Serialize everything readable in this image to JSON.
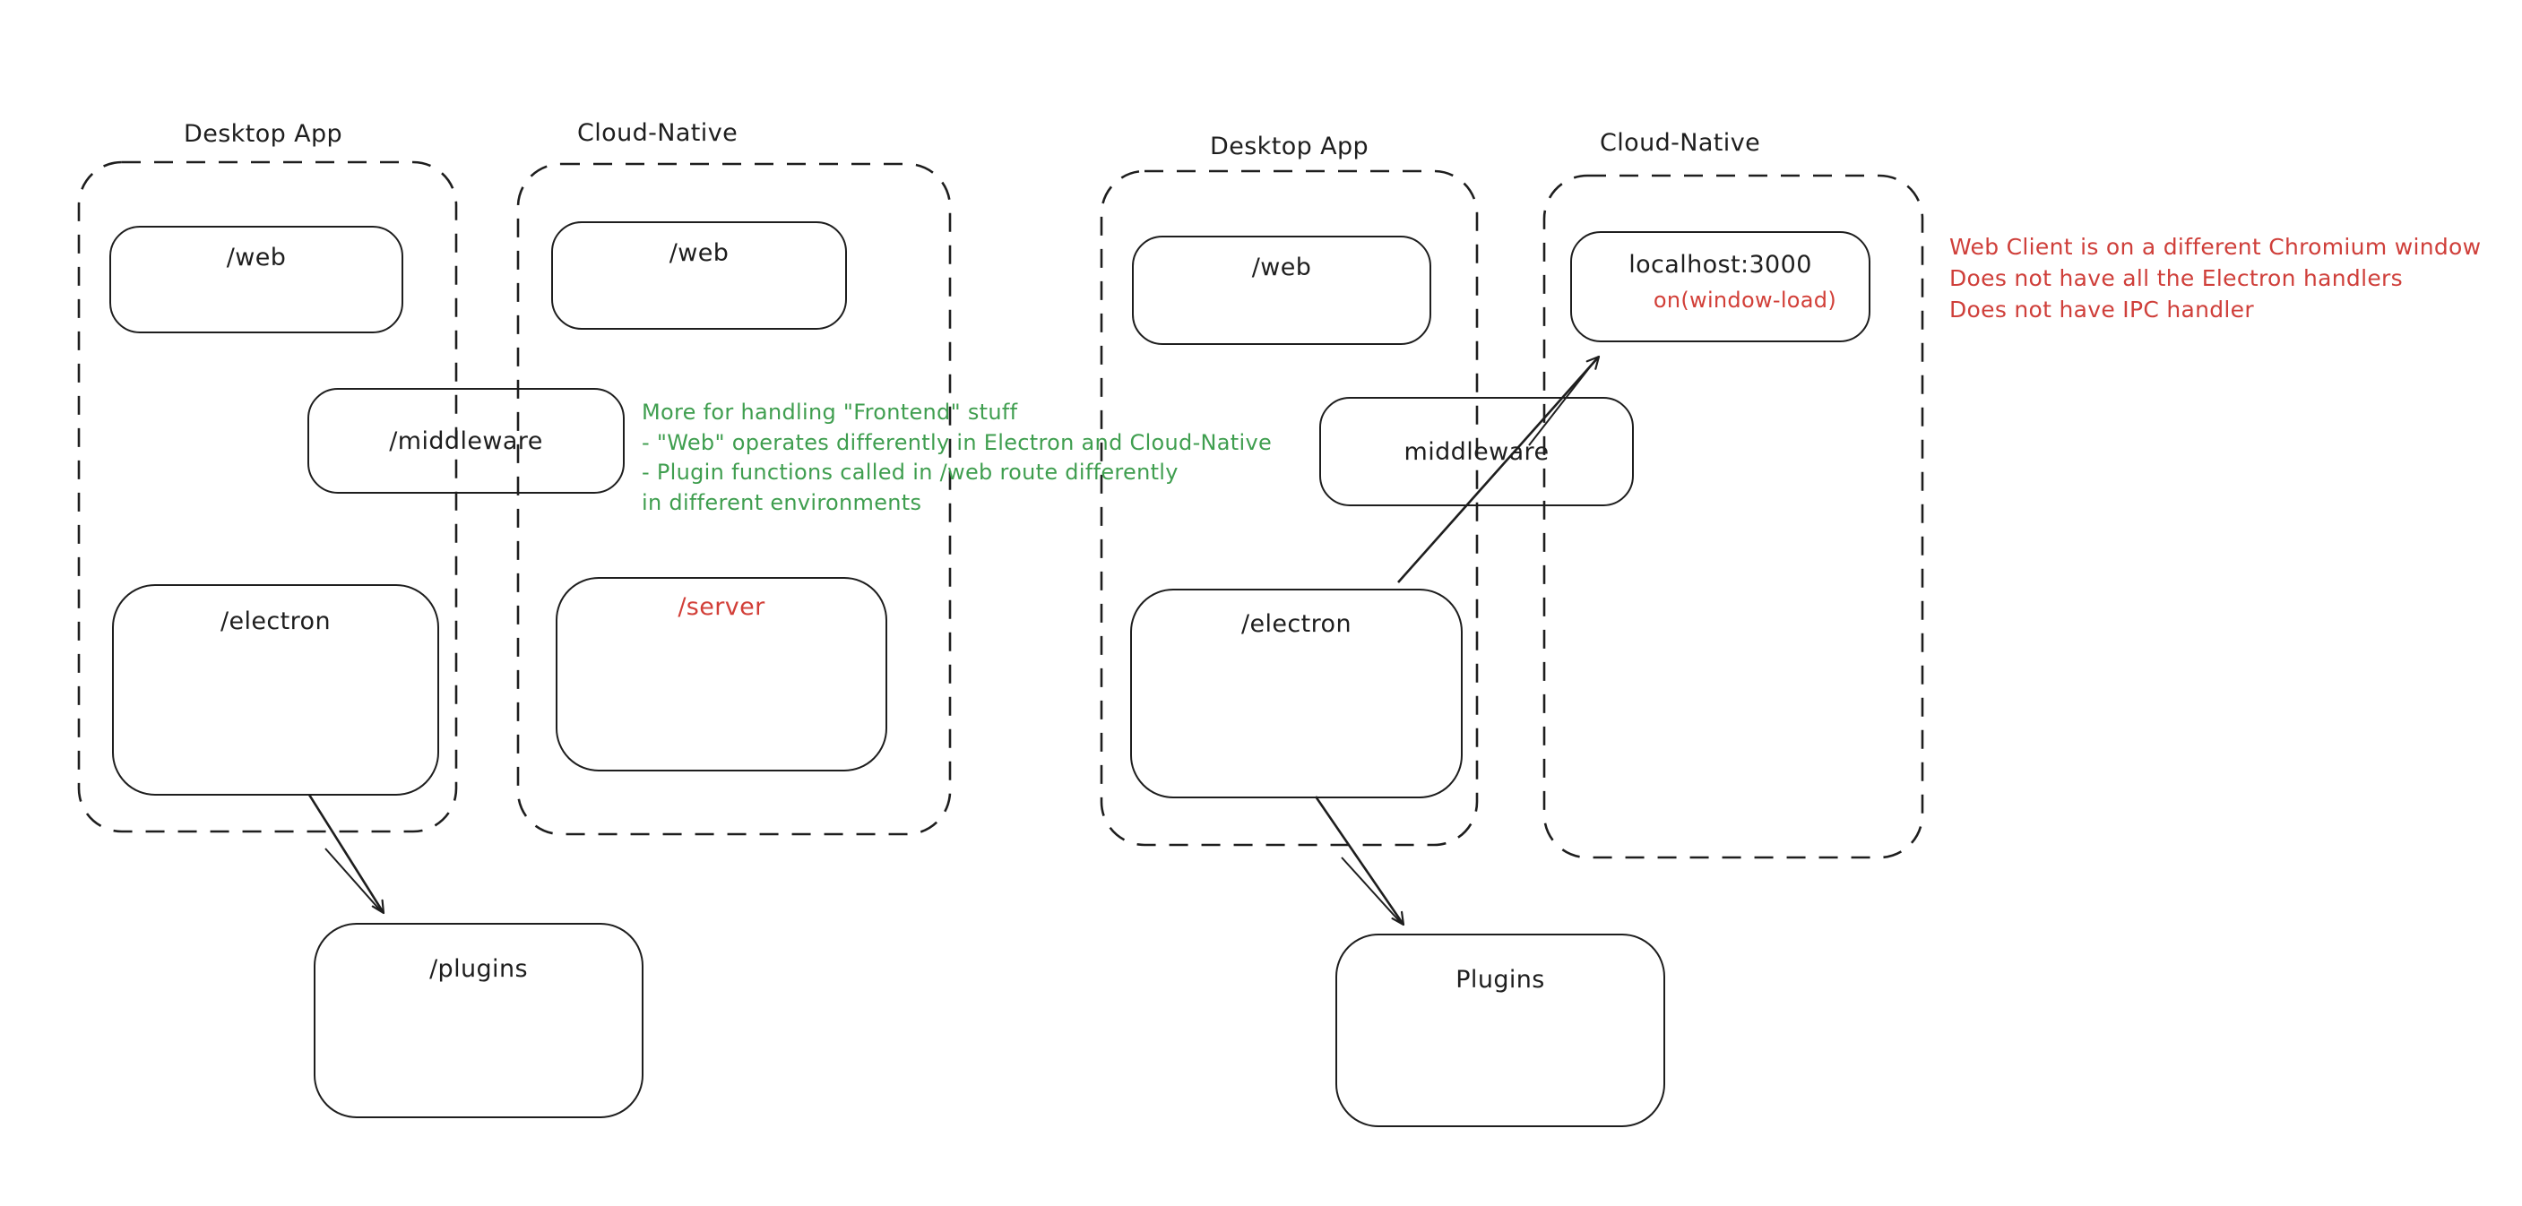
{
  "left": {
    "desktop_label": "Desktop App",
    "cloud_label": "Cloud-Native",
    "desktop_web": "/web",
    "cloud_web": "/web",
    "middleware": "/middleware",
    "electron": "/electron",
    "server": "/server",
    "plugins": "/plugins",
    "note_lines": [
      "More for handling \"Frontend\" stuff",
      "- \"Web\" operates differently in Electron and Cloud-Native",
      "- Plugin functions called in /web route differently",
      "in different environments"
    ]
  },
  "right": {
    "desktop_label": "Desktop App",
    "cloud_label": "Cloud-Native",
    "web": "/web",
    "localhost": "localhost:3000",
    "window_load": "on(window-load)",
    "middleware": "middleware",
    "electron": "/electron",
    "plugins": "Plugins",
    "note_lines": [
      "Web Client is on a different Chromium window",
      "Does not have all the Electron handlers",
      "Does not have IPC handler"
    ]
  },
  "colors": {
    "stroke": "#1e1e1e",
    "annotation_green": "#3f9e4f",
    "annotation_red": "#cf3f3a",
    "box_text_red": "#d23f38",
    "background": "#ffffff"
  }
}
